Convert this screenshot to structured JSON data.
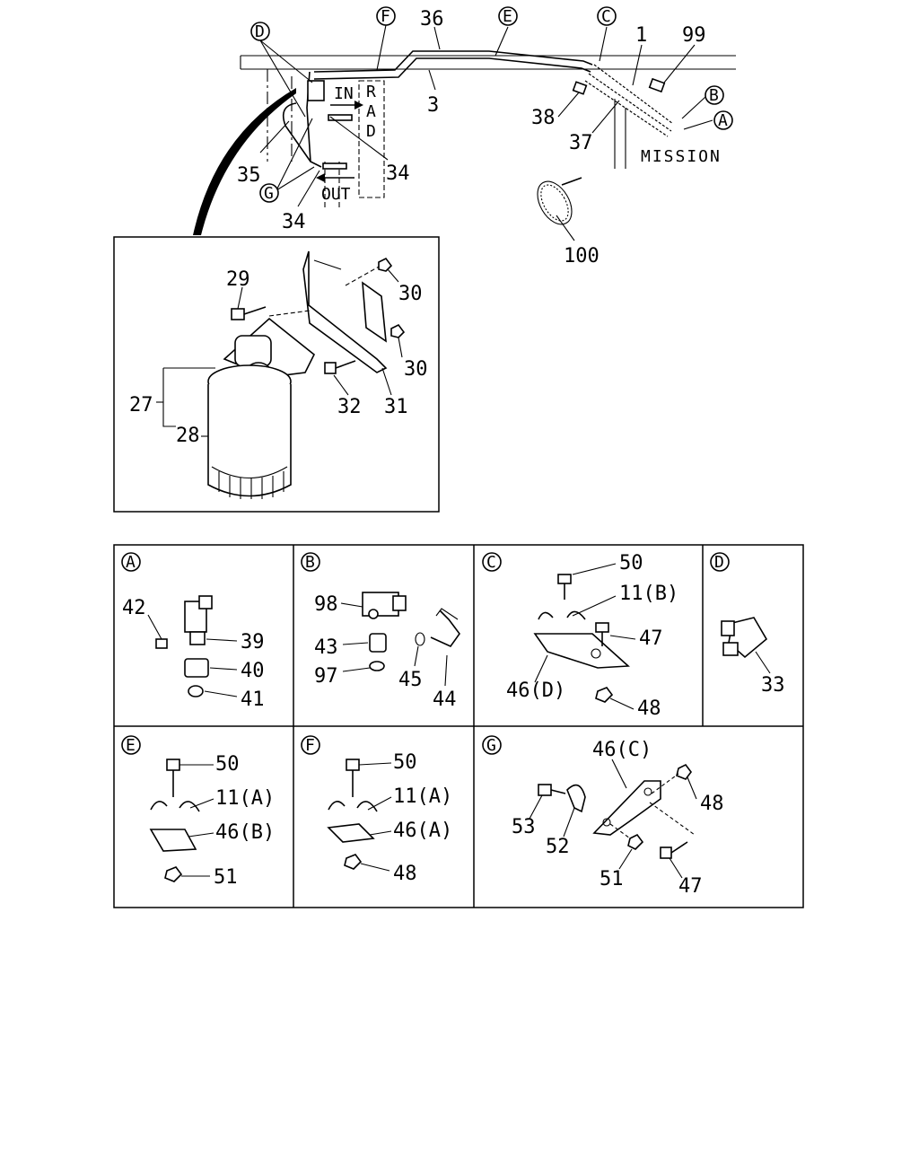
{
  "main_view": {
    "callouts": {
      "D": "D",
      "F": "F",
      "E": "E",
      "C": "C",
      "B": "B",
      "A": "A",
      "G": "G"
    },
    "labels": {
      "p36": "36",
      "p1": "1",
      "p99": "99",
      "p3": "3",
      "p38": "38",
      "p37": "37",
      "p35": "35",
      "p34a": "34",
      "p34b": "34",
      "p100": "100"
    },
    "text": {
      "in": "IN",
      "out": "OUT",
      "rad_r": "R",
      "rad_a": "A",
      "rad_d": "D",
      "mission": "MISSION"
    }
  },
  "filter_inset": {
    "labels": {
      "p29": "29",
      "p30a": "30",
      "p30b": "30",
      "p27": "27",
      "p28": "28",
      "p32": "32",
      "p31": "31"
    }
  },
  "detail_boxes": [
    {
      "id": "A",
      "parts": [
        "42",
        "39",
        "40",
        "41"
      ]
    },
    {
      "id": "B",
      "parts": [
        "98",
        "43",
        "97",
        "45",
        "44"
      ]
    },
    {
      "id": "C",
      "parts": [
        "50",
        "11(B)",
        "47",
        "46(D)",
        "48"
      ]
    },
    {
      "id": "D",
      "parts": [
        "33"
      ]
    },
    {
      "id": "E",
      "parts": [
        "50",
        "11(A)",
        "46(B)",
        "51"
      ]
    },
    {
      "id": "F",
      "parts": [
        "50",
        "11(A)",
        "46(A)",
        "48"
      ]
    },
    {
      "id": "G",
      "parts": [
        "46(C)",
        "48",
        "53",
        "52",
        "51",
        "47"
      ]
    }
  ]
}
